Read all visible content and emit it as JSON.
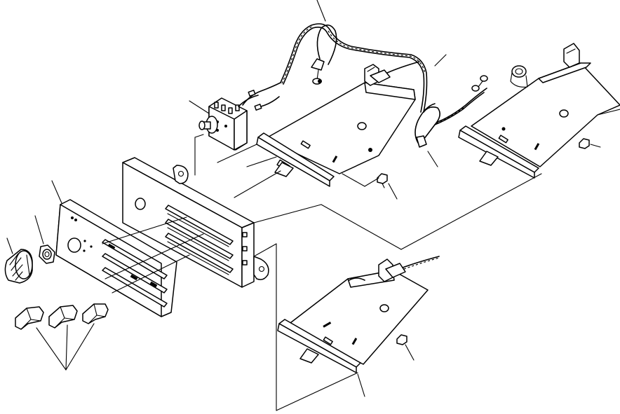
{
  "diagram": {
    "parts": [
      {
        "id": "control-head",
        "kind": "heater control head housing"
      },
      {
        "id": "face-plate",
        "kind": "control face plate"
      },
      {
        "id": "rotary-knob",
        "kind": "blower knob"
      },
      {
        "id": "nut",
        "kind": "hex nut"
      },
      {
        "id": "lever-knobs",
        "kind": "slide lever knobs",
        "count": 3
      },
      {
        "id": "blower-switch",
        "kind": "rotary blower switch"
      },
      {
        "id": "harness-top",
        "kind": "wire harness"
      },
      {
        "id": "harness-mid",
        "kind": "wire harness"
      },
      {
        "id": "lever-bracket-center",
        "kind": "lever bracket with cable"
      },
      {
        "id": "lever-bracket-right",
        "kind": "lever bracket"
      },
      {
        "id": "lever-bracket-bottom",
        "kind": "lever bracket with cable"
      },
      {
        "id": "screws",
        "kind": "screw",
        "count": 3
      }
    ],
    "leader_line_count": 13
  }
}
